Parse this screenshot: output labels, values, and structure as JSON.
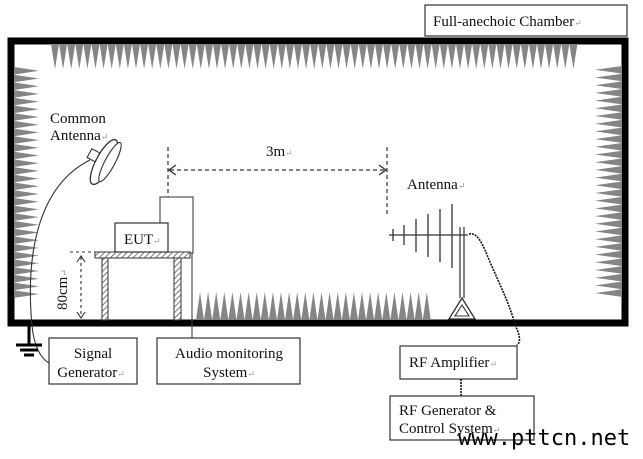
{
  "diagram": {
    "title_label": "Full-anechoic Chamber",
    "common_antenna_label": [
      "Common",
      "Antenna"
    ],
    "distance_label": "3m",
    "antenna_label": "Antenna",
    "eut_label": "EUT",
    "height_label": "80cm",
    "signal_generator_label": [
      "Signal",
      "Generator"
    ],
    "audio_monitoring_label": [
      "Audio monitoring",
      "System"
    ],
    "rf_amplifier_label": "RF Amplifier",
    "rf_generator_label": [
      "RF Generator &",
      "Control System"
    ],
    "paragraph_mark": "↵",
    "watermark": "www.pttcn.net"
  },
  "colors": {
    "wall": "#000000",
    "absorber": "#858585",
    "line": "#333333",
    "hatch": "#444444"
  }
}
